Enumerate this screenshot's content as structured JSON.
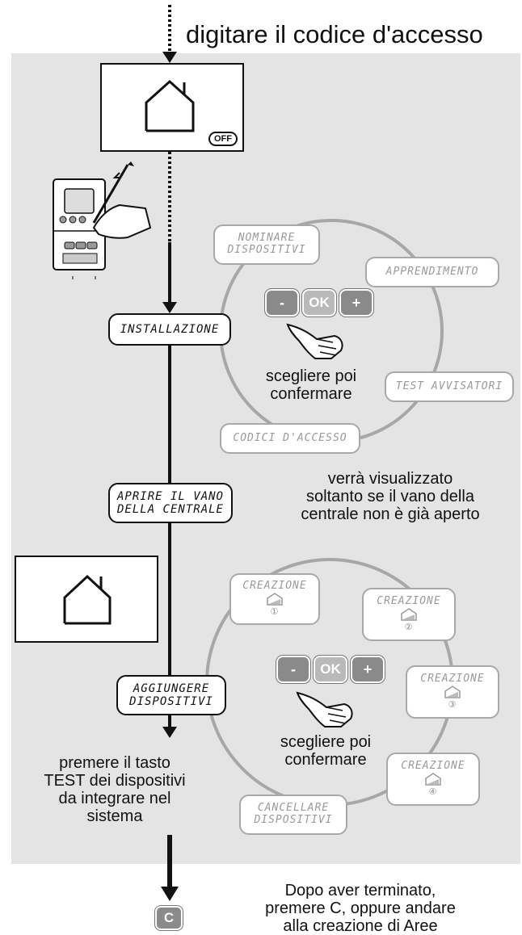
{
  "header": {
    "access_code_instruction": "digitare il codice d'accesso"
  },
  "panel": {
    "off_badge": "OFF"
  },
  "menu": {
    "installazione": "INSTALLAZIONE",
    "aprire_line1": "APRIRE IL VANO",
    "aprire_line2": "DELLA CENTRALE",
    "aggiungere_line1": "AGGIUNGERE",
    "aggiungere_line2": "DISPOSITIVI"
  },
  "wheel1": {
    "items": [
      {
        "line1": "NOMINARE",
        "line2": "DISPOSITIVI"
      },
      {
        "line1": "APPRENDIMENTO"
      },
      {
        "line1": "TEST AVVISATORI"
      },
      {
        "line1": "CODICI D'ACCESSO"
      }
    ],
    "instruction_line1": "scegliere poi",
    "instruction_line2": "confermare"
  },
  "keys": {
    "minus": "-",
    "ok": "OK",
    "plus": "+"
  },
  "note": {
    "line1": "verrà visualizzato",
    "line2": "soltanto se il vano della",
    "line3": "centrale non è già aperto"
  },
  "wheel2": {
    "creazione_label": "CREAZIONE",
    "numbers": [
      "①",
      "②",
      "③",
      "④"
    ],
    "cancel_line1": "CANCELLARE",
    "cancel_line2": "DISPOSITIVI",
    "instruction_line1": "scegliere poi",
    "instruction_line2": "confermare"
  },
  "test_note": {
    "line1": "premere il tasto",
    "line2": "TEST dei dispositivi",
    "line3": "da integrare nel",
    "line4": "sistema"
  },
  "final": {
    "c_key": "C",
    "line1": "Dopo aver terminato,",
    "line2": "premere C, oppure andare",
    "line3": "alla creazione di Aree"
  },
  "colors": {
    "panel_bg": "#e4e4e4",
    "circle": "#a7a7a7",
    "key_gray": "#8a8a8a"
  }
}
